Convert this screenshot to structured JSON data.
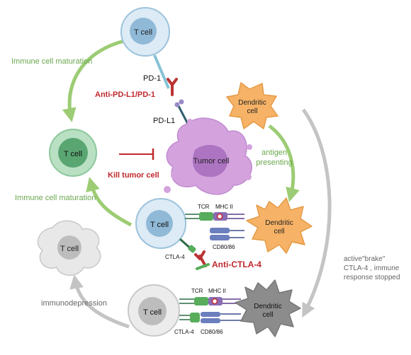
{
  "labels": {
    "t_cell": "T cell",
    "dendritic_line1": "Dendritic",
    "dendritic_line2": "cell",
    "tumor_cell": "Tumor cell",
    "pd1": "PD-1",
    "pdl1": "PD-L1",
    "anti_pd": "Anti-PD-L1/PD-1",
    "kill_tumor": "Kill tumor cell",
    "maturation_top": "Immune cell maturation",
    "maturation_mid": "Immune cell maturation",
    "antigen_line1": "antigen",
    "antigen_line2": "presenting",
    "tcr": "TCR",
    "mhc": "MHC II",
    "cd80": "CD80/86",
    "ctla4": "CTLA-4",
    "anti_ctla4": "Anti-CTLA-4",
    "brake_line1": "active\"brake\"",
    "brake_line2": "CTLA-4 , immune",
    "brake_line3": "response stopped",
    "immunodepression": "immunodepression"
  },
  "colors": {
    "tcell_blue": "#cfe4f1",
    "tcell_blue_inner": "#7fb2d3",
    "tcell_green": "#a9d8b4",
    "tcell_green_inner": "#5aa672",
    "tumor": "#cf9bd9",
    "tumor_inner": "#a86cbb",
    "dendritic_orange": "#f6b266",
    "dendritic_gray": "#8c8c8c",
    "anti_red": "#c0282d",
    "label_green": "#6aa84f",
    "arrow_green": "#9ccc74",
    "arrow_gray": "#bdbdbd",
    "tcr_green": "#57ad5b",
    "mhc_purple": "#8a6bb5",
    "cd80_blue": "#6b7ebd"
  }
}
